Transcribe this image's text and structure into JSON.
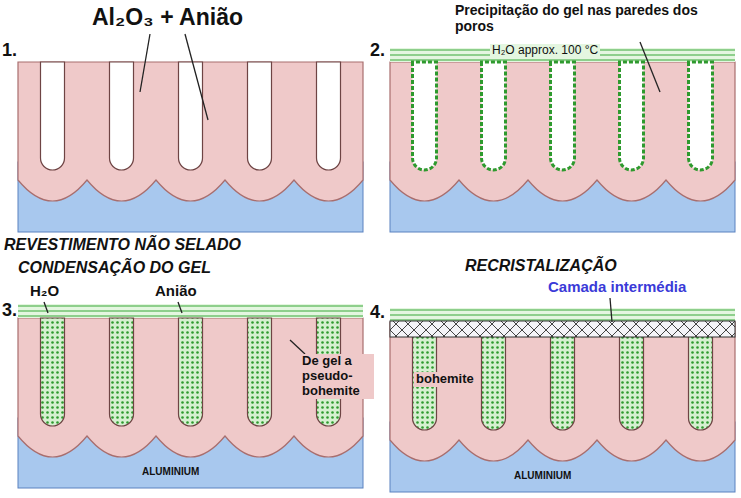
{
  "diagram": {
    "labels": [
      "Al₂O₃ + Anião",
      "1.",
      "REVESTIMENTO NÃO SELADO",
      "Precipitação do gel nas paredes dos poros",
      "2.",
      "H₂O approx. 100 °C",
      "CONDENSAÇÃO DO GEL",
      "H₂O",
      "Anião",
      "3.",
      "De gel a pseudo-bohemite",
      "ALUMINIUM",
      "RECRISTALIZAÇÃO",
      "Camada intermédia",
      "4.",
      "bohemite",
      "ALUMINIUM"
    ]
  }
}
